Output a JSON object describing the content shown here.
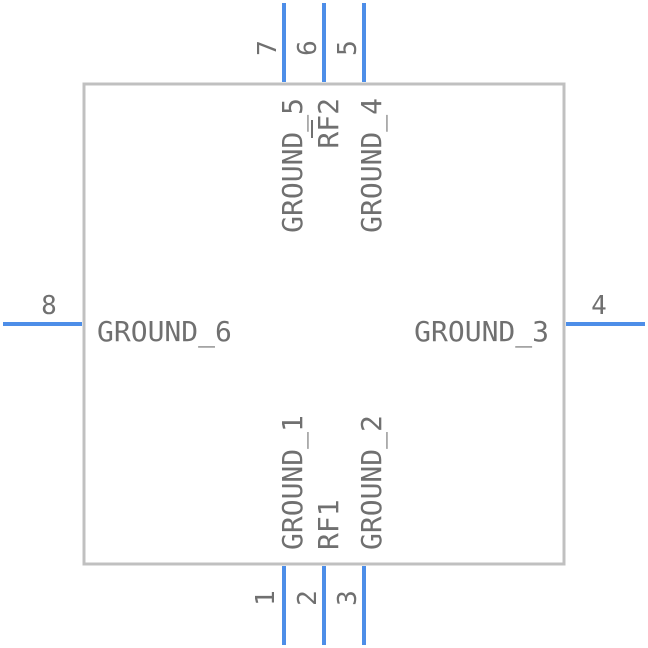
{
  "colors": {
    "pin": "#4d8ee8",
    "body_outline": "#c0c0c0",
    "text": "#707070"
  },
  "pins": {
    "p1": {
      "number": "1",
      "name": "GROUND_1"
    },
    "p2": {
      "number": "2",
      "name": "RF1"
    },
    "p3": {
      "number": "3",
      "name": "GROUND_2"
    },
    "p4": {
      "number": "4",
      "name": "GROUND_3"
    },
    "p5": {
      "number": "5",
      "name": "GROUND_4"
    },
    "p6": {
      "number": "6",
      "name": "RF2"
    },
    "p7": {
      "number": "7",
      "name": "GROUND_5"
    },
    "p8": {
      "number": "8",
      "name": "GROUND_6"
    }
  }
}
